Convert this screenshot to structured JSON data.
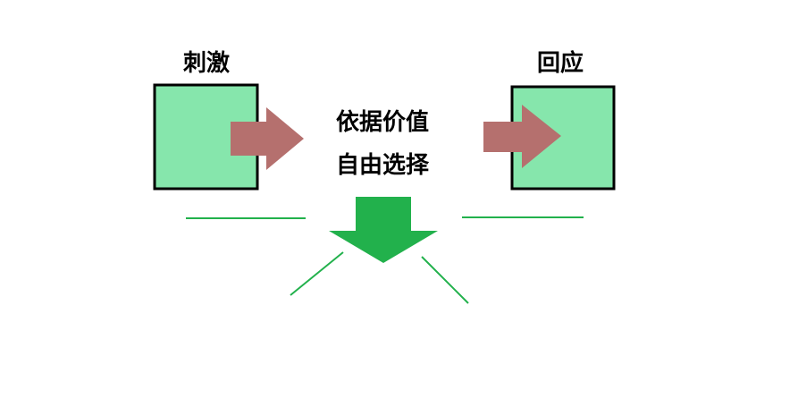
{
  "diagram": {
    "stimulus_label": "刺激",
    "response_label": "回应",
    "middle_line1": "依据价值",
    "middle_line2": "自由选择"
  },
  "colors": {
    "box_fill": "#86E6AC",
    "box_stroke": "#000000",
    "right_arrow": "#B5706E",
    "down_arrow": "#22B14C",
    "lines": "#22B14C"
  }
}
